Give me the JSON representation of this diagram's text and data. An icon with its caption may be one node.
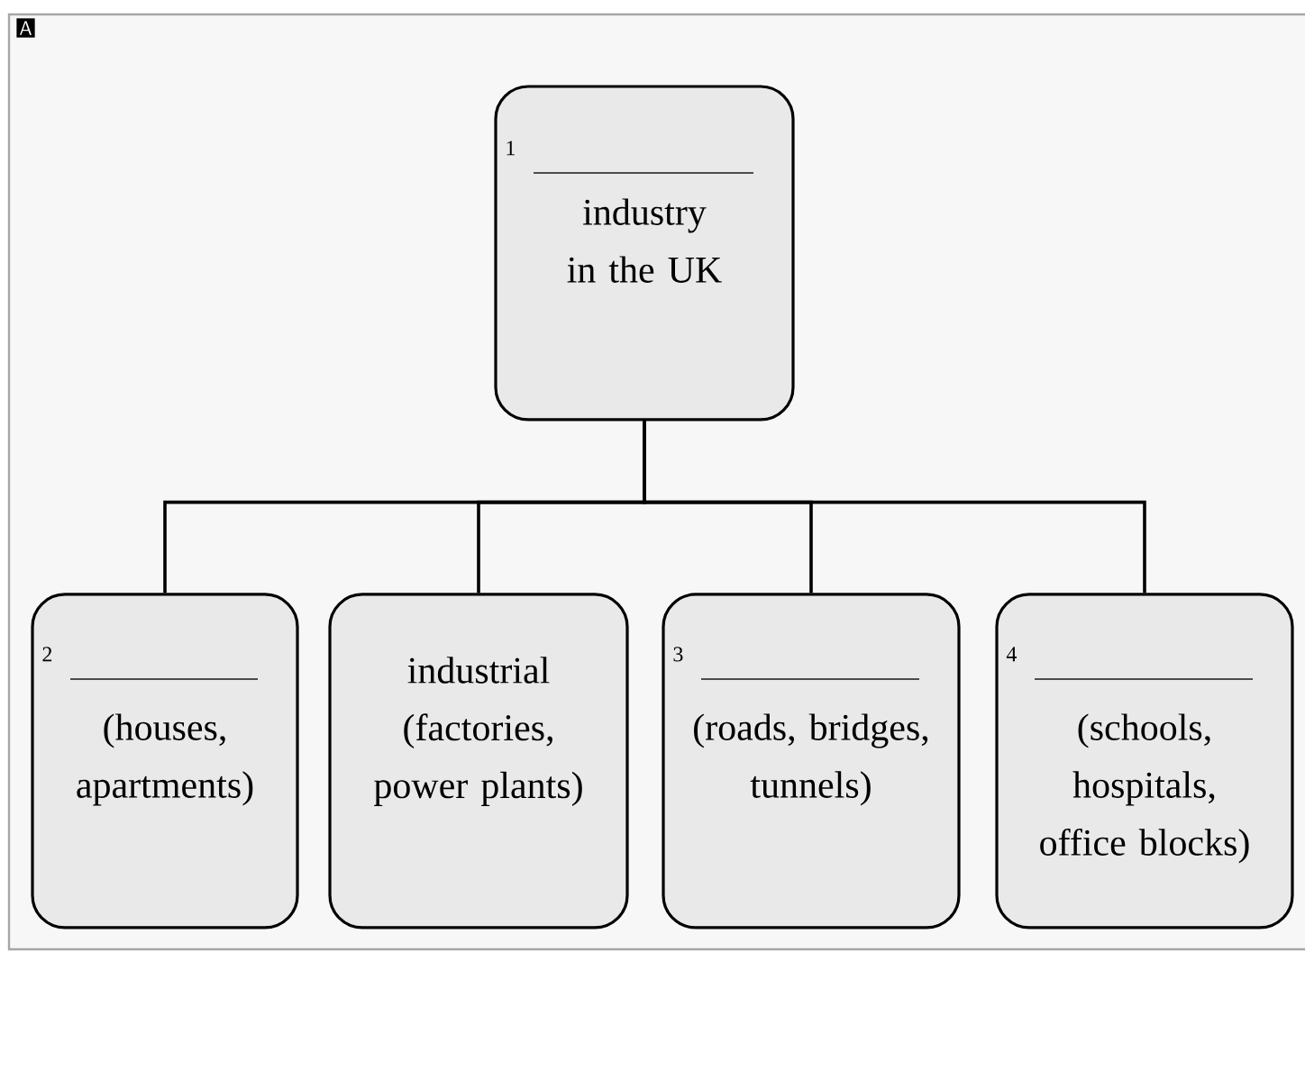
{
  "diagram": {
    "nodes": [
      {
        "text": [
          "1",
          "industry in the UK"
        ]
      },
      {
        "text": [
          "2",
          "(houses, apartments)"
        ]
      },
      {
        "text": [
          "industrial",
          "(factories, power plants)"
        ]
      },
      {
        "text": [
          "3",
          "(roads, bridges, tunnels)"
        ]
      },
      {
        "text": [
          "4",
          "(schools, hospitals, office blocks)"
        ]
      }
    ],
    "edges": [
      {
        "from": 0,
        "to": 1,
        "arrow": "none"
      },
      {
        "from": 0,
        "to": 2,
        "arrow": "none"
      },
      {
        "from": 0,
        "to": 3,
        "arrow": "none"
      },
      {
        "from": 0,
        "to": 4,
        "arrow": "none"
      }
    ],
    "labels": [
      "A"
    ]
  }
}
